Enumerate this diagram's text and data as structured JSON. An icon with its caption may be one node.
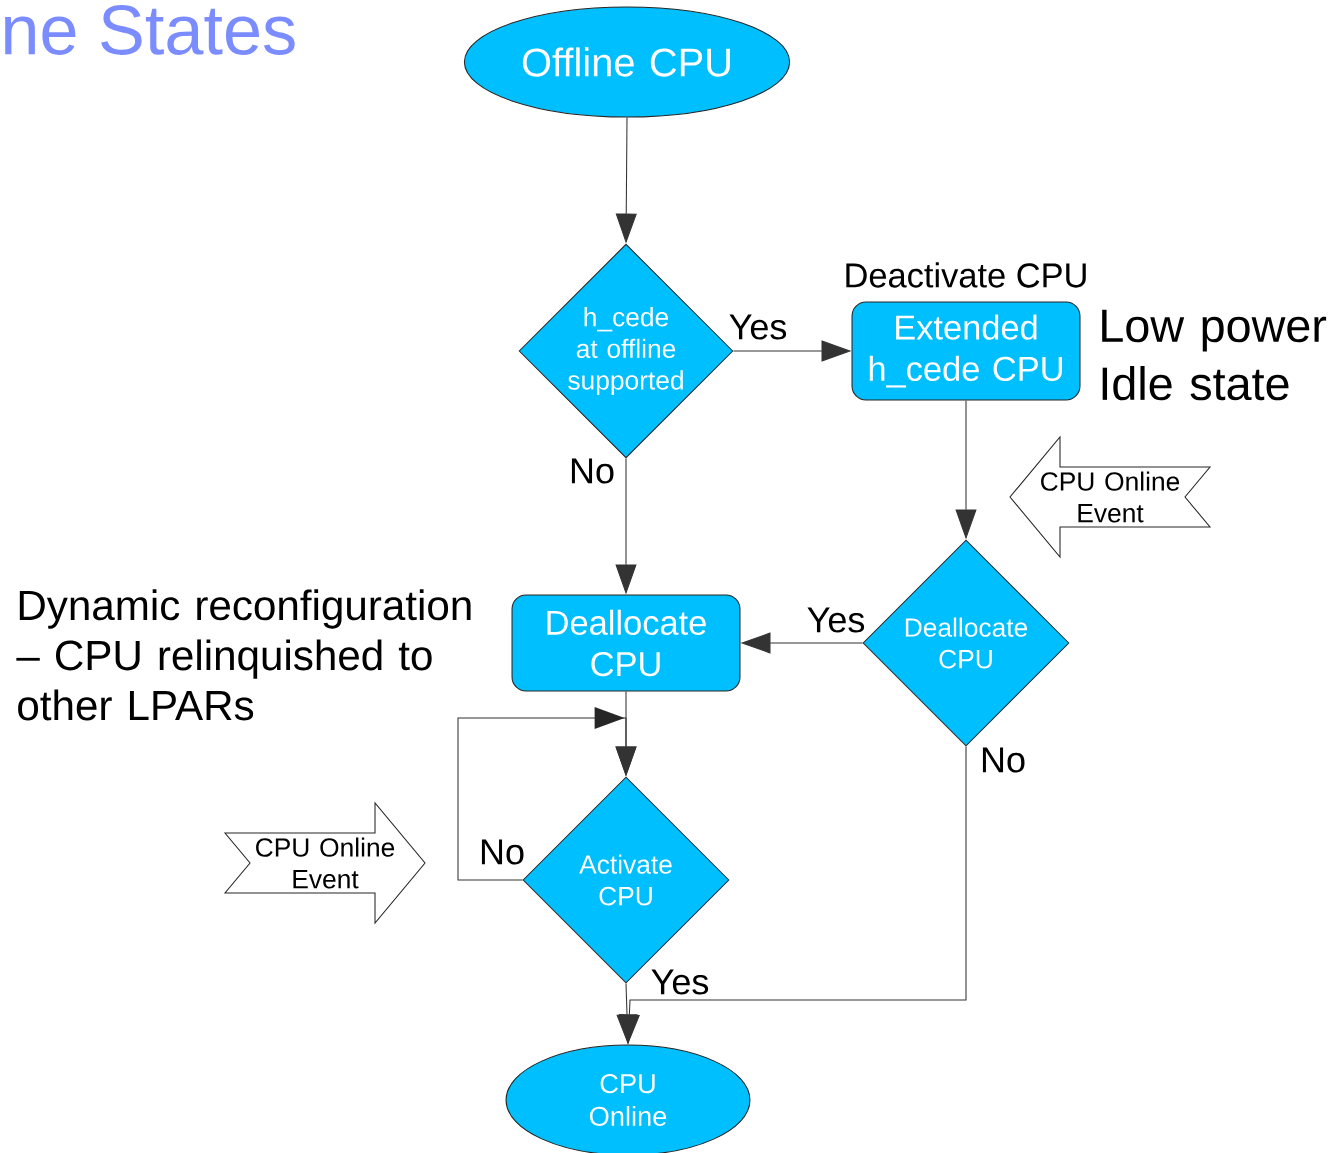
{
  "diagram": {
    "title": "ne States",
    "nodes": [
      {
        "text": [
          "Offline CPU"
        ]
      },
      {
        "text": [
          "h_cede at offline supported"
        ]
      },
      {
        "text": [
          "Deactivate CPU",
          "Extended h_cede CPU"
        ],
        "beside": [
          "Low power Idle state"
        ]
      },
      {
        "text": [
          "CPU Online Event"
        ]
      },
      {
        "text": [
          "Deallocate CPU"
        ]
      },
      {
        "text": [
          "Deallocate CPU"
        ],
        "beside": [
          "Dynamic reconfiguration – CPU relinquished to other LPARs"
        ]
      },
      {
        "text": [
          "CPU Online Event"
        ]
      },
      {
        "text": [
          "Activate CPU"
        ]
      },
      {
        "text": [
          "CPU Online"
        ]
      }
    ],
    "edges": [
      {
        "from": 0,
        "to": 1,
        "arrow": "to"
      },
      {
        "from": 1,
        "to": 2,
        "arrow": "to",
        "label": "Yes"
      },
      {
        "from": 1,
        "to": 5,
        "arrow": "to",
        "label": "No"
      },
      {
        "from": 2,
        "to": 4,
        "arrow": "to"
      },
      {
        "from": 4,
        "to": 5,
        "arrow": "to",
        "label": "Yes"
      },
      {
        "from": 4,
        "to": 8,
        "arrow": "to",
        "label": "No"
      },
      {
        "from": 5,
        "to": 7,
        "arrow": "to"
      },
      {
        "from": 7,
        "to": 7,
        "arrow": "to",
        "label": "No"
      },
      {
        "from": 7,
        "to": 8,
        "arrow": "to",
        "label": "Yes"
      }
    ]
  }
}
